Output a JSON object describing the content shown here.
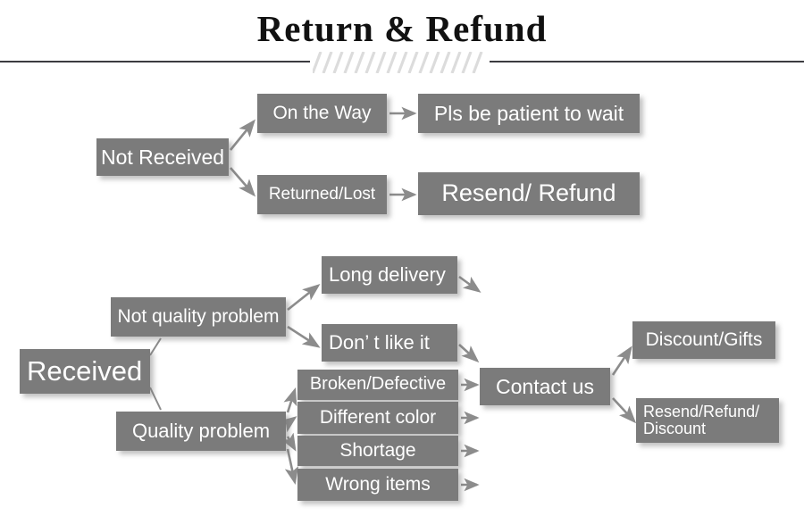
{
  "header": {
    "title": "Return & Refund",
    "divider": {
      "line_color": "#3b3b40",
      "hatch_color": "#dcdcdc",
      "hatch_count": 16
    }
  },
  "theme": {
    "node_fill": "#7b7b7b",
    "node_text": "#ffffff",
    "arrow_color": "#8c8c8c",
    "background": "#ffffff"
  },
  "chart_data": {
    "type": "flowchart",
    "title": "Return & Refund",
    "nodes": [
      {
        "id": "not-received",
        "label": "Not Received"
      },
      {
        "id": "on-the-way",
        "label": "On the Way"
      },
      {
        "id": "pls-wait",
        "label": "Pls be patient to wait"
      },
      {
        "id": "returned-lost",
        "label": "Returned/Lost"
      },
      {
        "id": "resend-refund",
        "label": "Resend/ Refund"
      },
      {
        "id": "received",
        "label": "Received"
      },
      {
        "id": "not-quality",
        "label": "Not quality problem"
      },
      {
        "id": "quality",
        "label": "Quality problem"
      },
      {
        "id": "long-delivery",
        "label": "Long delivery"
      },
      {
        "id": "dont-like",
        "label": "Don’ t like it"
      },
      {
        "id": "broken",
        "label": "Broken/Defective"
      },
      {
        "id": "different-color",
        "label": "Different color"
      },
      {
        "id": "shortage",
        "label": "Shortage"
      },
      {
        "id": "wrong-items",
        "label": "Wrong items"
      },
      {
        "id": "contact-us",
        "label": "Contact us"
      },
      {
        "id": "discount-gifts",
        "label": "Discount/Gifts"
      },
      {
        "id": "resend-discount",
        "label": "Resend/Refund/\nDiscount"
      }
    ],
    "edges": [
      {
        "from": "not-received",
        "to": "on-the-way"
      },
      {
        "from": "not-received",
        "to": "returned-lost"
      },
      {
        "from": "on-the-way",
        "to": "pls-wait"
      },
      {
        "from": "returned-lost",
        "to": "resend-refund"
      },
      {
        "from": "received",
        "to": "not-quality"
      },
      {
        "from": "received",
        "to": "quality"
      },
      {
        "from": "not-quality",
        "to": "long-delivery"
      },
      {
        "from": "not-quality",
        "to": "dont-like"
      },
      {
        "from": "quality",
        "to": "broken"
      },
      {
        "from": "quality",
        "to": "different-color"
      },
      {
        "from": "quality",
        "to": "shortage"
      },
      {
        "from": "quality",
        "to": "wrong-items"
      },
      {
        "from": "long-delivery",
        "to": "contact-us"
      },
      {
        "from": "dont-like",
        "to": "contact-us"
      },
      {
        "from": "broken",
        "to": "contact-us"
      },
      {
        "from": "different-color",
        "to": "contact-us"
      },
      {
        "from": "shortage",
        "to": "contact-us"
      },
      {
        "from": "wrong-items",
        "to": "contact-us"
      },
      {
        "from": "contact-us",
        "to": "discount-gifts"
      },
      {
        "from": "contact-us",
        "to": "resend-discount"
      }
    ]
  }
}
